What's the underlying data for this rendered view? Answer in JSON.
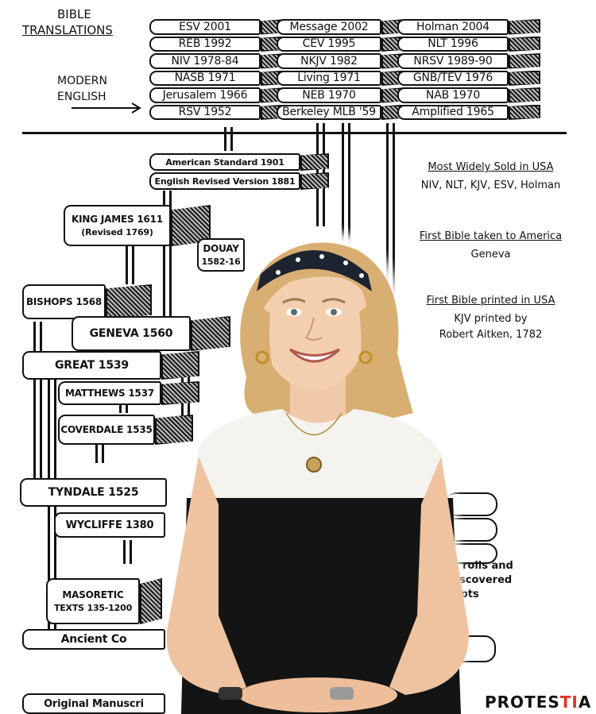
{
  "header": {
    "title_line1": "BIBLE",
    "title_line2": "TRANSLATIONS",
    "modern_line1": "MODERN",
    "modern_line2": "ENGLISH"
  },
  "modern_translations": {
    "column1": [
      "ESV 2001",
      "REB 1992",
      "NIV 1978-84",
      "NASB 1971",
      "Jerusalem 1966",
      "RSV 1952"
    ],
    "column2": [
      "Message 2002",
      "CEV 1995",
      "NKJV 1982",
      "Living 1971",
      "NEB 1970",
      "Berkeley MLB '59"
    ],
    "column3": [
      "Holman 2004",
      "NLT 1996",
      "NRSV 1989-90",
      "GNB/TEV 1976",
      "NAB 1970",
      "Amplified 1965"
    ]
  },
  "history_books": {
    "american_standard": "American Standard 1901",
    "english_revised": "English Revised Version 1881",
    "king_james_line1": "KING JAMES 1611",
    "king_james_line2": "(Revised 1769)",
    "douay_line1": "DOUAY",
    "douay_line2": "1582-16",
    "bishops": "BISHOPS 1568",
    "geneva": "GENEVA 1560",
    "great": "GREAT 1539",
    "matthews": "MATTHEWS 1537",
    "coverdale": "COVERDALE 1535",
    "tyndale": "TYNDALE 1525",
    "wycliffe": "WYCLIFFE 1380",
    "masoretic_line1": "MASORETIC",
    "masoretic_line2": "TEXTS 135-1200",
    "ancient": "Ancient Co",
    "original": "Original Manuscri"
  },
  "scrolls": {
    "line1": "rolls and",
    "line2": "scovered",
    "line3": "ipts"
  },
  "facts": [
    {
      "heading": "Most Widely Sold in USA",
      "body": [
        "NIV, NLT, KJV, ESV, Holman"
      ]
    },
    {
      "heading": "First Bible taken to America",
      "body": [
        "Geneva"
      ]
    },
    {
      "heading": "First Bible printed in USA",
      "body": [
        "KJV printed by",
        "Robert Aitken, 1782"
      ]
    }
  ],
  "brand": {
    "part1": "PROTES",
    "accent": "TI",
    "part2": "A",
    "accent_color": "#e2332b"
  },
  "photo": {
    "shirt_top_color": "#f4f3ef",
    "shirt_bottom_color": "#141414",
    "hair_color": "#d9ae72",
    "headband_color": "#1d2430"
  }
}
